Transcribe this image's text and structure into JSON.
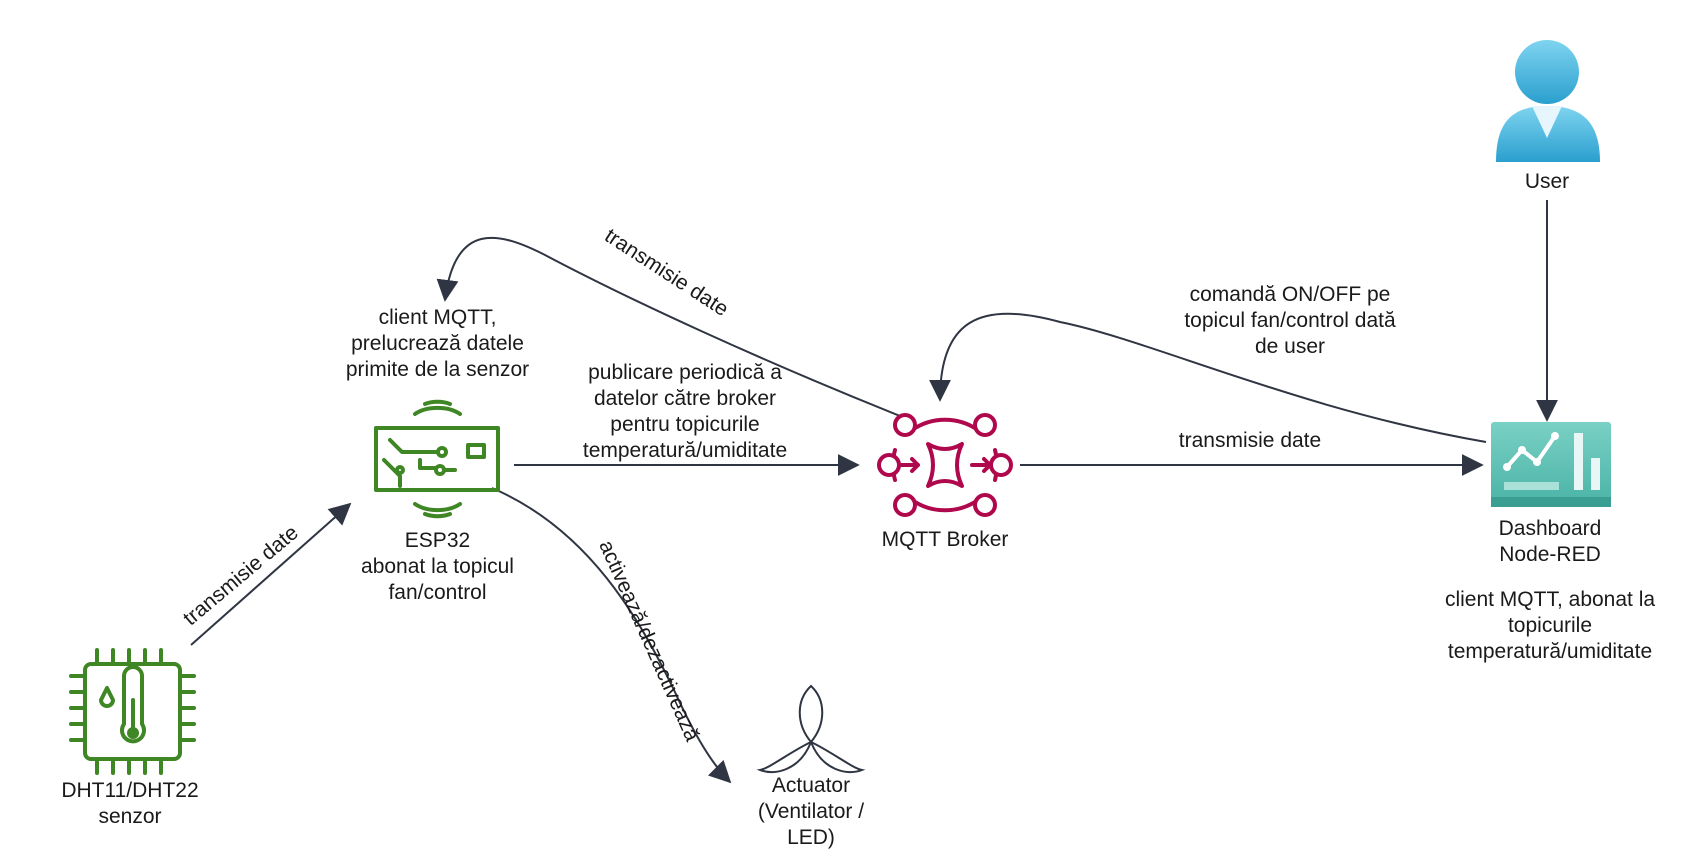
{
  "nodes": {
    "sensor": {
      "label": "DHT11/DHT22\nsenzor",
      "icon": "sensor-chip-icon"
    },
    "esp32": {
      "label": "ESP32\nabonat la topicul\nfan/control",
      "note": "client MQTT,\nprelucrează datele\nprimite de la senzor",
      "icon": "iot-board-icon"
    },
    "broker": {
      "label": "MQTT Broker",
      "icon": "mqtt-broker-icon"
    },
    "dashboard": {
      "label": "Dashboard\nNode-RED",
      "note": "client MQTT, abonat la\ntopicurile\ntemperatură/umiditate",
      "icon": "dashboard-chart-icon"
    },
    "user": {
      "label": "User",
      "icon": "user-icon"
    },
    "actuator": {
      "label": "Actuator\n(Ventilator /\nLED)",
      "icon": "fan-icon"
    }
  },
  "edges": {
    "sensor_to_esp": "transmisie date",
    "esp_to_broker": "publicare periodică a\ndatelor către broker\npentru topicurile\ntemperatură/umiditate",
    "broker_to_esp": "transmisie date",
    "broker_to_dashboard": "transmisie date",
    "dashboard_to_broker": "comandă ON/OFF pe\ntopicul fan/control dată\nde user",
    "esp_to_actuator": "activează/dezactivează"
  },
  "colors": {
    "green": "#3f8624",
    "magenta": "#b0084d",
    "teal": "#5fc1b5",
    "user_blue": "#3fb1d9",
    "edge": "#2f3542"
  }
}
